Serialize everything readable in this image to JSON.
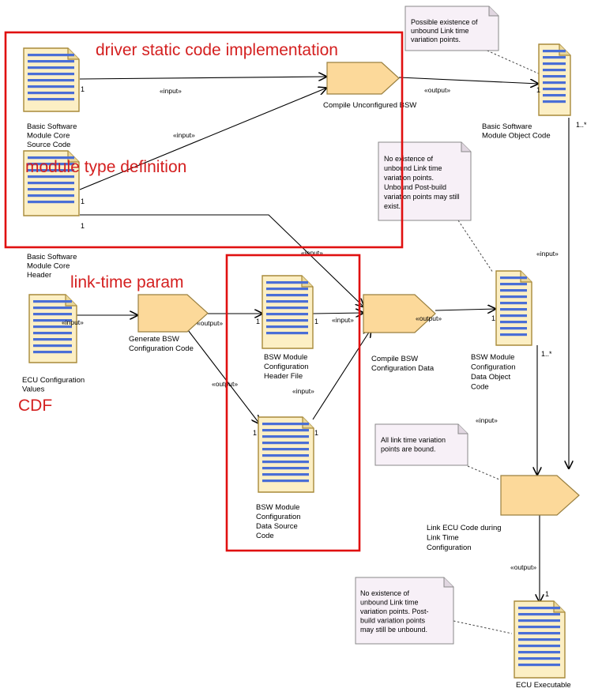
{
  "annotations": {
    "driver": "driver static code implementation",
    "module_type": "module type definition",
    "link_time": "link-time param",
    "cdf": "CDF"
  },
  "artifacts": {
    "core_source": [
      "Basic Software",
      "Module Core",
      "Source Code"
    ],
    "core_header": [
      "Basic Software",
      "Module Core",
      "Header"
    ],
    "object_code": [
      "Basic Software",
      "Module Object Code"
    ],
    "ecu_config": [
      "ECU Configuration",
      "Values"
    ],
    "header_file": [
      "BSW Module",
      "Configuration",
      "Header File"
    ],
    "data_source": [
      "BSW Module",
      "Configuration",
      "Data Source",
      "Code"
    ],
    "data_object": [
      "BSW Module",
      "Configuration",
      "Data Object",
      "Code"
    ],
    "ecu_exec": [
      "ECU Executable"
    ]
  },
  "tasks": {
    "compile_unconfigured": [
      "Compile Unconfigured BSW"
    ],
    "generate_config": [
      "Generate BSW",
      "Configuration Code"
    ],
    "compile_config": [
      "Compile BSW",
      "Configuration Data"
    ],
    "link_ecu": [
      "Link ECU Code during",
      "Link Time",
      "Configuration"
    ]
  },
  "notes": {
    "n1": [
      "Possible existence of",
      "unbound Link time",
      "variation points."
    ],
    "n2": [
      "No existence of",
      "unbound Link time",
      "variation points.",
      "Unbound Post-build",
      "variation points may still",
      "exist."
    ],
    "n3": [
      "All link time variation",
      "points are bound."
    ],
    "n4": [
      "No existence of",
      "unbound Link time",
      "variation points. Post-",
      "build variation points",
      "may still be unbound."
    ]
  },
  "stereotypes": {
    "input": "«input»",
    "output": "«output»"
  },
  "multiplicity": {
    "one": "1",
    "many": "1..*"
  }
}
